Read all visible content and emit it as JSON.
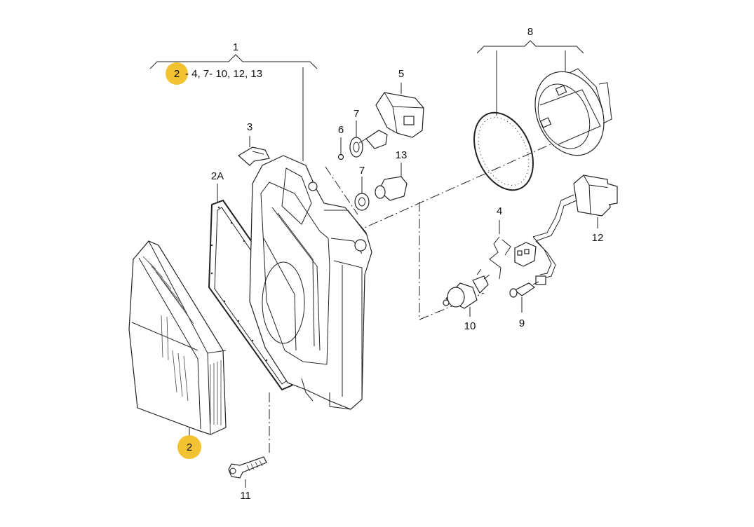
{
  "highlight_color": "#f1c232",
  "assembly_callout": {
    "number": "1",
    "highlight_number": "2",
    "contents": "- 4,  7- 10, 12, 13"
  },
  "callouts": {
    "c2": "2",
    "c2a": "2A",
    "c3": "3",
    "c4": "4",
    "c5": "5",
    "c6": "6",
    "c7a": "7",
    "c7b": "7",
    "c8": "8",
    "c9": "9",
    "c10": "10",
    "c11": "11",
    "c12": "12",
    "c13": "13"
  }
}
